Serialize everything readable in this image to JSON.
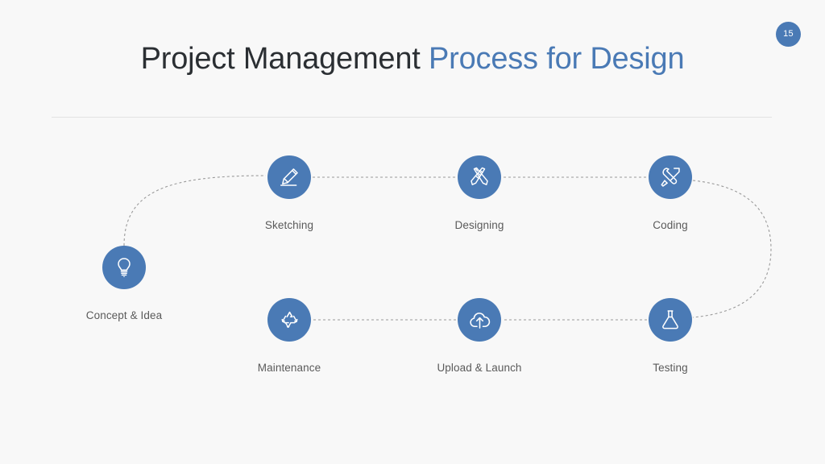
{
  "slide": {
    "background_color": "#f8f8f8",
    "accent_color": "#4a7ab5",
    "label_color": "#5a5a5a",
    "title_color": "#2b2f33"
  },
  "page_badge": {
    "number": "15"
  },
  "title": {
    "part_plain": "Project Management",
    "part_accent": "Process for Design"
  },
  "process": {
    "steps": [
      {
        "label": "Concept & Idea",
        "icon": "lightbulb-icon"
      },
      {
        "label": "Sketching",
        "icon": "pencil-icon"
      },
      {
        "label": "Designing",
        "icon": "pencil-ruler-icon"
      },
      {
        "label": "Coding",
        "icon": "wrench-screwdriver-icon"
      },
      {
        "label": "Testing",
        "icon": "flask-icon"
      },
      {
        "label": "Upload & Launch",
        "icon": "cloud-upload-icon"
      },
      {
        "label": "Maintenance",
        "icon": "recycle-icon"
      }
    ]
  }
}
